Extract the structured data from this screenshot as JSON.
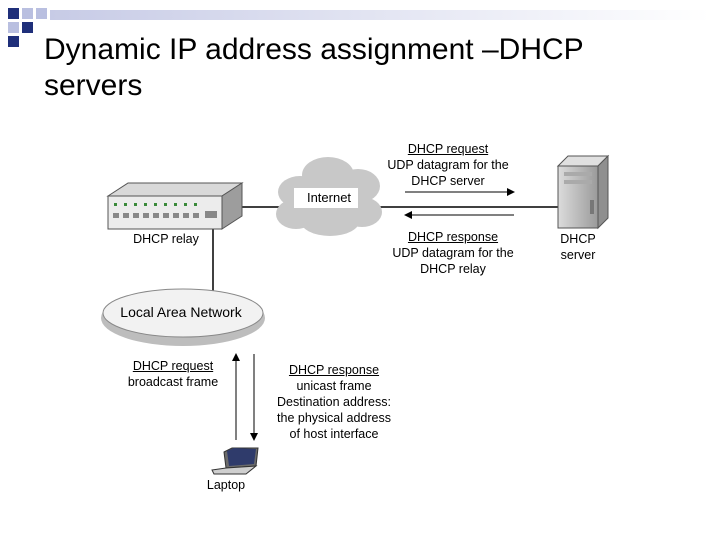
{
  "slide": {
    "title_line1": "Dynamic IP address assignment –DHCP",
    "title_line2": "servers"
  },
  "colors": {
    "accent_dark": "#1f2f7a",
    "accent_light": "#b9bfe0",
    "line": "#000000",
    "cloud": "#c8c8c8",
    "device_face": "#e6e6e6"
  },
  "diagram": {
    "internet_label": "Internet",
    "relay_label": "DHCP relay",
    "server_label_line1": "DHCP",
    "server_label_line2": "server",
    "lan_label": "Local Area Network",
    "laptop_label": "Laptop",
    "top_request": {
      "line1": "DHCP request",
      "line2": "UDP datagram for the",
      "line3": "DHCP server"
    },
    "top_response": {
      "line1": "DHCP response",
      "line2": "UDP datagram for the",
      "line3": "DHCP relay"
    },
    "bottom_request": {
      "line1": "DHCP request",
      "line2": "broadcast frame"
    },
    "bottom_response": {
      "line1": "DHCP response",
      "line2": "unicast frame",
      "line3": "Destination address:",
      "line4": "the physical address",
      "line5": "of host interface"
    }
  }
}
